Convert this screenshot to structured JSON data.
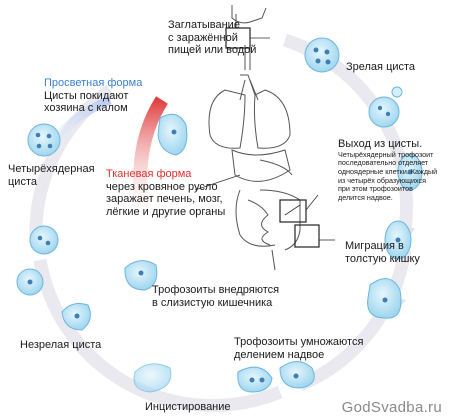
{
  "labels": {
    "ingestion": [
      "Заглатывание",
      "с заражённой",
      "пищей или водой"
    ],
    "mature_cyst": "Зрелая циста",
    "lumen_form_title": "Просветная форма",
    "lumen_form_text": [
      "Цисты покидают",
      "хозяина с калом"
    ],
    "excystation_title": "Выход из цисты.",
    "excystation_text": [
      "Четырёхядерный трофозоит",
      "последовательно отделяет",
      "одноядерные клетки. Каждый",
      "из четырёх образующихся",
      "при этом трофозоитов",
      "делится надвое."
    ],
    "four_nucleus_cyst": [
      "Четырёхядерная",
      "циста"
    ],
    "tissue_form_title": "Тканевая форма",
    "tissue_form_text": [
      "через кровяное русло",
      "заражает печень, мозг,",
      "лёгкие и другие органы"
    ],
    "migration": [
      "Миграция в",
      "толстую кишку"
    ],
    "trophozoites_invade": [
      "Трофозоиты внедряются",
      "в слизистую кишечника"
    ],
    "immature_cyst": "Незрелая циста",
    "trophozoites_multiply": [
      "Трофозоиты умножаются",
      "делением надвое"
    ],
    "encystation": "Инцистирование"
  },
  "watermark": "GodSvadba.ru",
  "colors": {
    "cycle_arrow": "#e6e6ee",
    "cyst_fill": "#bfe6f7",
    "cyst_stroke": "#6cb6dc",
    "nucleus": "#3d7fb5",
    "tissue_arrow": "#d83a3a",
    "lumen_arrow": "#c9d6f2",
    "title_blue": "#3a7fd0",
    "title_red": "#e03030"
  }
}
